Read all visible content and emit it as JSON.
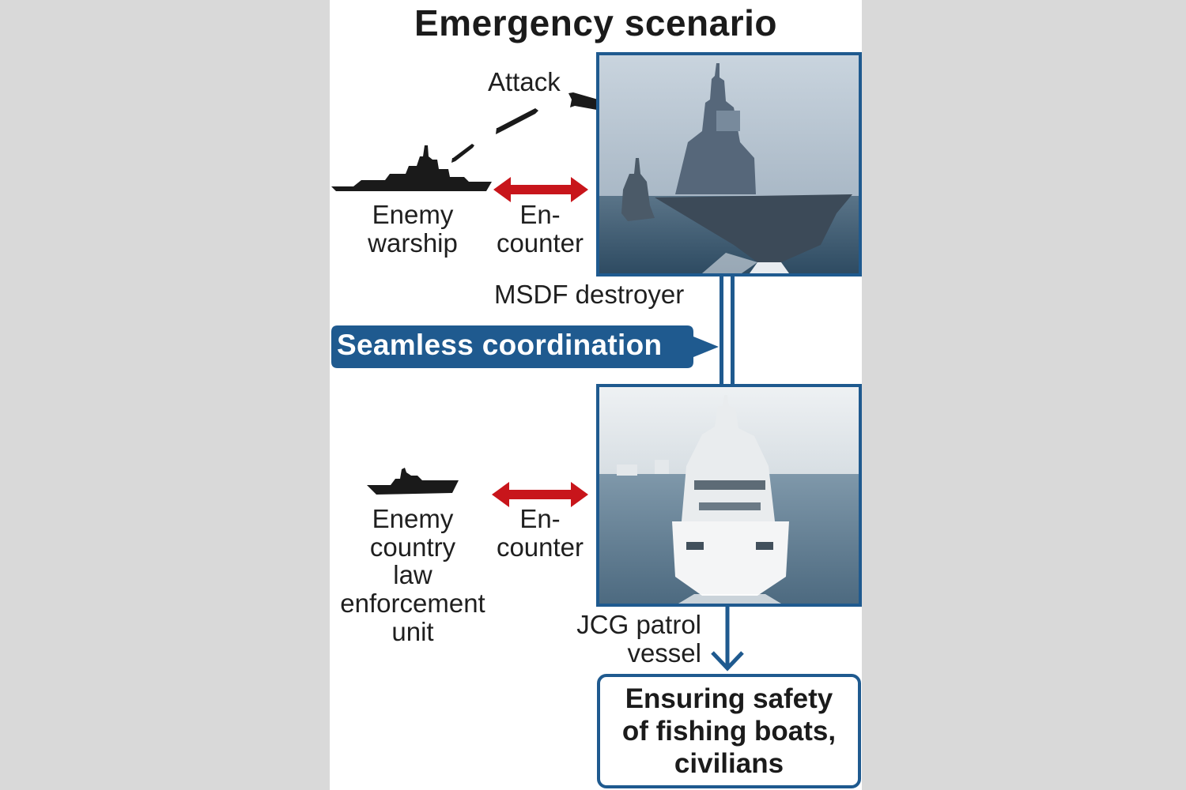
{
  "title": "Emergency scenario",
  "labels": {
    "attack": "Attack",
    "enemy_warship_line1": "Enemy",
    "enemy_warship_line2": "warship",
    "encounter_top_line1": "En-",
    "encounter_top_line2": "counter",
    "msdf": "MSDF destroyer",
    "coordination": "Seamless coordination",
    "enemy_unit_line1": "Enemy",
    "enemy_unit_line2": "country",
    "enemy_unit_line3": "law",
    "enemy_unit_line4": "enforcement",
    "enemy_unit_line5": "unit",
    "encounter_bottom_line1": "En-",
    "encounter_bottom_line2": "counter",
    "jcg_line1": "JCG patrol",
    "jcg_line2": "vessel",
    "result_line1": "Ensuring safety",
    "result_line2": "of fishing boats,",
    "result_line3": "civilians"
  },
  "colors": {
    "accent_blue": "#1f5a8f",
    "arrow_red": "#c8151b",
    "silhouette": "#1a1a1a"
  },
  "icons": [
    "warship-silhouette-icon",
    "missile-icon",
    "patrol-boat-silhouette-icon",
    "double-arrow-icon"
  ]
}
